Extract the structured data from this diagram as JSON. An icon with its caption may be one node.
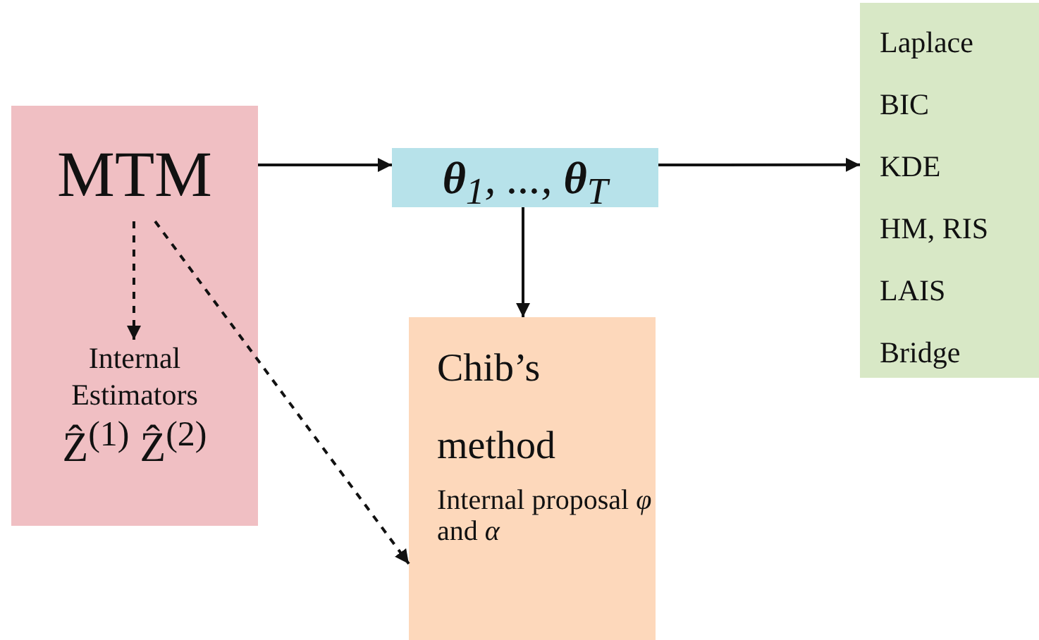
{
  "diagram": {
    "nodes": [
      {
        "text": [],
        "shape": "box"
      },
      {
        "text": [
          "MTM"
        ],
        "in": 0
      },
      {
        "text": [
          "Internal Estimators",
          "Ẑ$^{(1)}$ Ẑ$^{(2)}$"
        ],
        "in": 0
      },
      {
        "text": [
          "**θ**$_{1}$, ..., **θ**$_{T}$"
        ]
      },
      {
        "text": [
          "Laplace",
          "BIC",
          "KDE",
          "HM, RIS",
          "LAIS",
          "Bridge"
        ]
      },
      {
        "text": [
          "Chib’s method",
          "Internal proposal *φ* and *α*"
        ]
      }
    ],
    "edges": [
      {
        "from": 1,
        "to": 3,
        "arrow": "to"
      },
      {
        "from": 1,
        "to": 2,
        "arrow": "to",
        "style": "dashed"
      },
      {
        "from": 1,
        "to": 5,
        "arrow": "to",
        "style": "dashed"
      },
      {
        "from": 3,
        "to": 4,
        "arrow": "to"
      },
      {
        "from": 3,
        "to": 5,
        "arrow": "to"
      }
    ]
  }
}
